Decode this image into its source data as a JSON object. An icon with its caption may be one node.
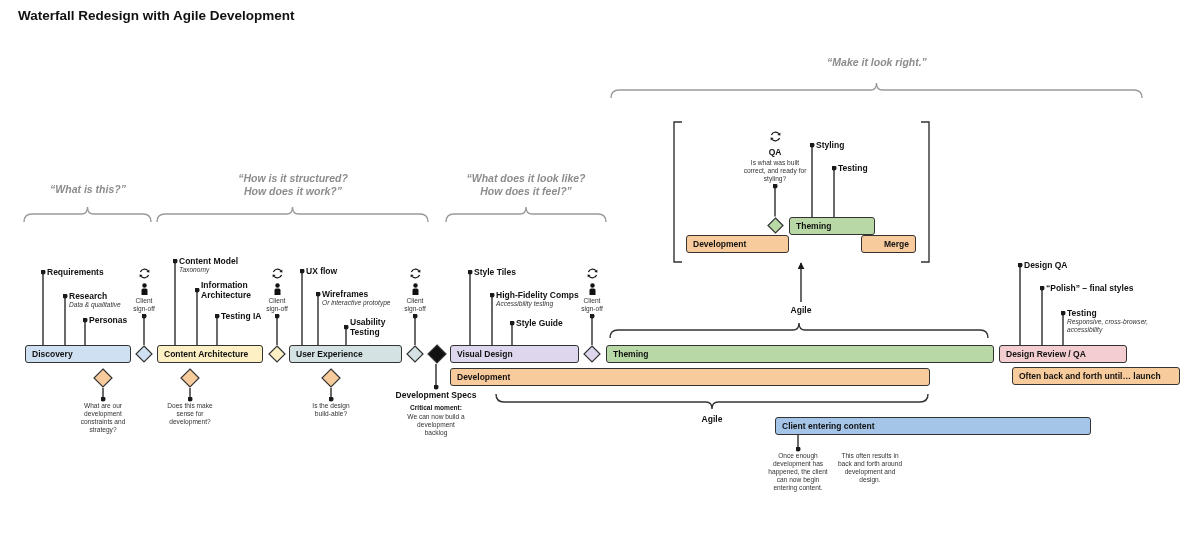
{
  "diagram": {
    "title": "Waterfall Redesign with Agile Development",
    "nodes": [
      {
        "text": [
          "Discovery"
        ]
      },
      {
        "text": [
          "Requirements"
        ]
      },
      {
        "text": [
          "Research",
          "Data & qualitative"
        ]
      },
      {
        "text": [
          "Personas"
        ]
      },
      {
        "text": [
          "Client sign-off"
        ]
      },
      {
        "text": [],
        "shape": "diamond"
      },
      {
        "text": [],
        "shape": "diamond"
      },
      {
        "text": [
          "What are our development constraints and strategy?"
        ]
      },
      {
        "text": [
          "Content Architecture"
        ]
      },
      {
        "text": [
          "Content Model",
          "Taxonomy"
        ]
      },
      {
        "text": [
          "Information Architecture"
        ]
      },
      {
        "text": [
          "Testing IA"
        ]
      },
      {
        "text": [
          "Client sign-off"
        ]
      },
      {
        "text": [],
        "shape": "diamond"
      },
      {
        "text": [],
        "shape": "diamond"
      },
      {
        "text": [
          "Does this make sense for development?"
        ]
      },
      {
        "text": [
          "User Experience"
        ]
      },
      {
        "text": [
          "UX flow"
        ]
      },
      {
        "text": [
          "Wireframes",
          "Or interactive prototype"
        ]
      },
      {
        "text": [
          "Usability Testing"
        ]
      },
      {
        "text": [
          "Client sign-off"
        ]
      },
      {
        "text": [],
        "shape": "diamond"
      },
      {
        "text": [],
        "shape": "diamond"
      },
      {
        "text": [
          "Is the design build-able?"
        ]
      },
      {
        "text": [],
        "shape": "diamond"
      },
      {
        "text": [
          "Development Specs",
          "Critical moment:",
          "We can now build a development backlog"
        ]
      },
      {
        "text": [
          "Visual Design"
        ]
      },
      {
        "text": [
          "Style Tiles"
        ]
      },
      {
        "text": [
          "High-Fidelity Comps",
          "Accessibility testing"
        ]
      },
      {
        "text": [
          "Style Guide"
        ]
      },
      {
        "text": [
          "Client sign-off"
        ]
      },
      {
        "text": [],
        "shape": "diamond"
      },
      {
        "text": [
          "Development"
        ]
      },
      {
        "text": [
          "Theming"
        ]
      },
      {
        "text": [
          "Agile"
        ]
      },
      {
        "text": [],
        "shape": "bracket"
      },
      {
        "text": [
          "QA",
          "Is what was built correct, and ready for styling?"
        ],
        "in": 35
      },
      {
        "text": [],
        "shape": "diamond",
        "in": 35
      },
      {
        "text": [
          "Styling"
        ],
        "in": 35
      },
      {
        "text": [
          "Testing"
        ],
        "in": 35
      },
      {
        "text": [
          "Development"
        ],
        "in": 35
      },
      {
        "text": [
          "Theming"
        ],
        "in": 35
      },
      {
        "text": [
          "Merge"
        ],
        "in": 35
      },
      {
        "text": [
          "Design Review / QA"
        ]
      },
      {
        "text": [
          "Design QA"
        ]
      },
      {
        "text": [
          "“Polish” – final styles"
        ]
      },
      {
        "text": [
          "Testing",
          "Responsive, cross-browser, accessibility"
        ]
      },
      {
        "text": [
          "Often back and forth until… launch"
        ]
      },
      {
        "text": [
          "Client entering content"
        ]
      },
      {
        "text": [
          "Once enough development has happened, the client can now begin entering content."
        ]
      }
    ],
    "edges": [
      {
        "from": 1,
        "to": 0,
        "arrow": "other"
      },
      {
        "from": 2,
        "to": 0,
        "arrow": "other"
      },
      {
        "from": 3,
        "to": 0,
        "arrow": "other"
      },
      {
        "from": 4,
        "to": 5,
        "arrow": "other"
      },
      {
        "from": 7,
        "to": 6,
        "arrow": "other"
      },
      {
        "from": 9,
        "to": 8,
        "arrow": "other"
      },
      {
        "from": 10,
        "to": 8,
        "arrow": "other"
      },
      {
        "from": 11,
        "to": 8,
        "arrow": "other"
      },
      {
        "from": 12,
        "to": 13,
        "arrow": "other"
      },
      {
        "from": 15,
        "to": 14,
        "arrow": "other"
      },
      {
        "from": 17,
        "to": 16,
        "arrow": "other"
      },
      {
        "from": 18,
        "to": 16,
        "arrow": "other"
      },
      {
        "from": 19,
        "to": 16,
        "arrow": "other"
      },
      {
        "from": 20,
        "to": 21,
        "arrow": "other"
      },
      {
        "from": 23,
        "to": 22,
        "arrow": "other"
      },
      {
        "from": 25,
        "to": 24,
        "arrow": "other"
      },
      {
        "from": 27,
        "to": 26,
        "arrow": "other"
      },
      {
        "from": 28,
        "to": 26,
        "arrow": "other"
      },
      {
        "from": 29,
        "to": 26,
        "arrow": "other"
      },
      {
        "from": 30,
        "to": 31,
        "arrow": "other"
      },
      {
        "from": 34,
        "to": 35,
        "arrow": "to"
      },
      {
        "from": 36,
        "to": 37,
        "arrow": "other"
      },
      {
        "from": 38,
        "to": 41,
        "arrow": "other"
      },
      {
        "from": 39,
        "to": 41,
        "arrow": "other"
      },
      {
        "from": 44,
        "to": 43,
        "arrow": "other"
      },
      {
        "from": 45,
        "to": 43,
        "arrow": "other"
      },
      {
        "from": 46,
        "to": 43,
        "arrow": "other"
      },
      {
        "from": 49,
        "to": 48,
        "arrow": "other"
      }
    ],
    "labels": [
      "“Make it look right.”",
      "“What is this?”",
      "“How is it structured? How does it work?”",
      "“What does it look like? How does it feel?”",
      "Agile",
      "This often results in back and forth around development and design."
    ]
  }
}
